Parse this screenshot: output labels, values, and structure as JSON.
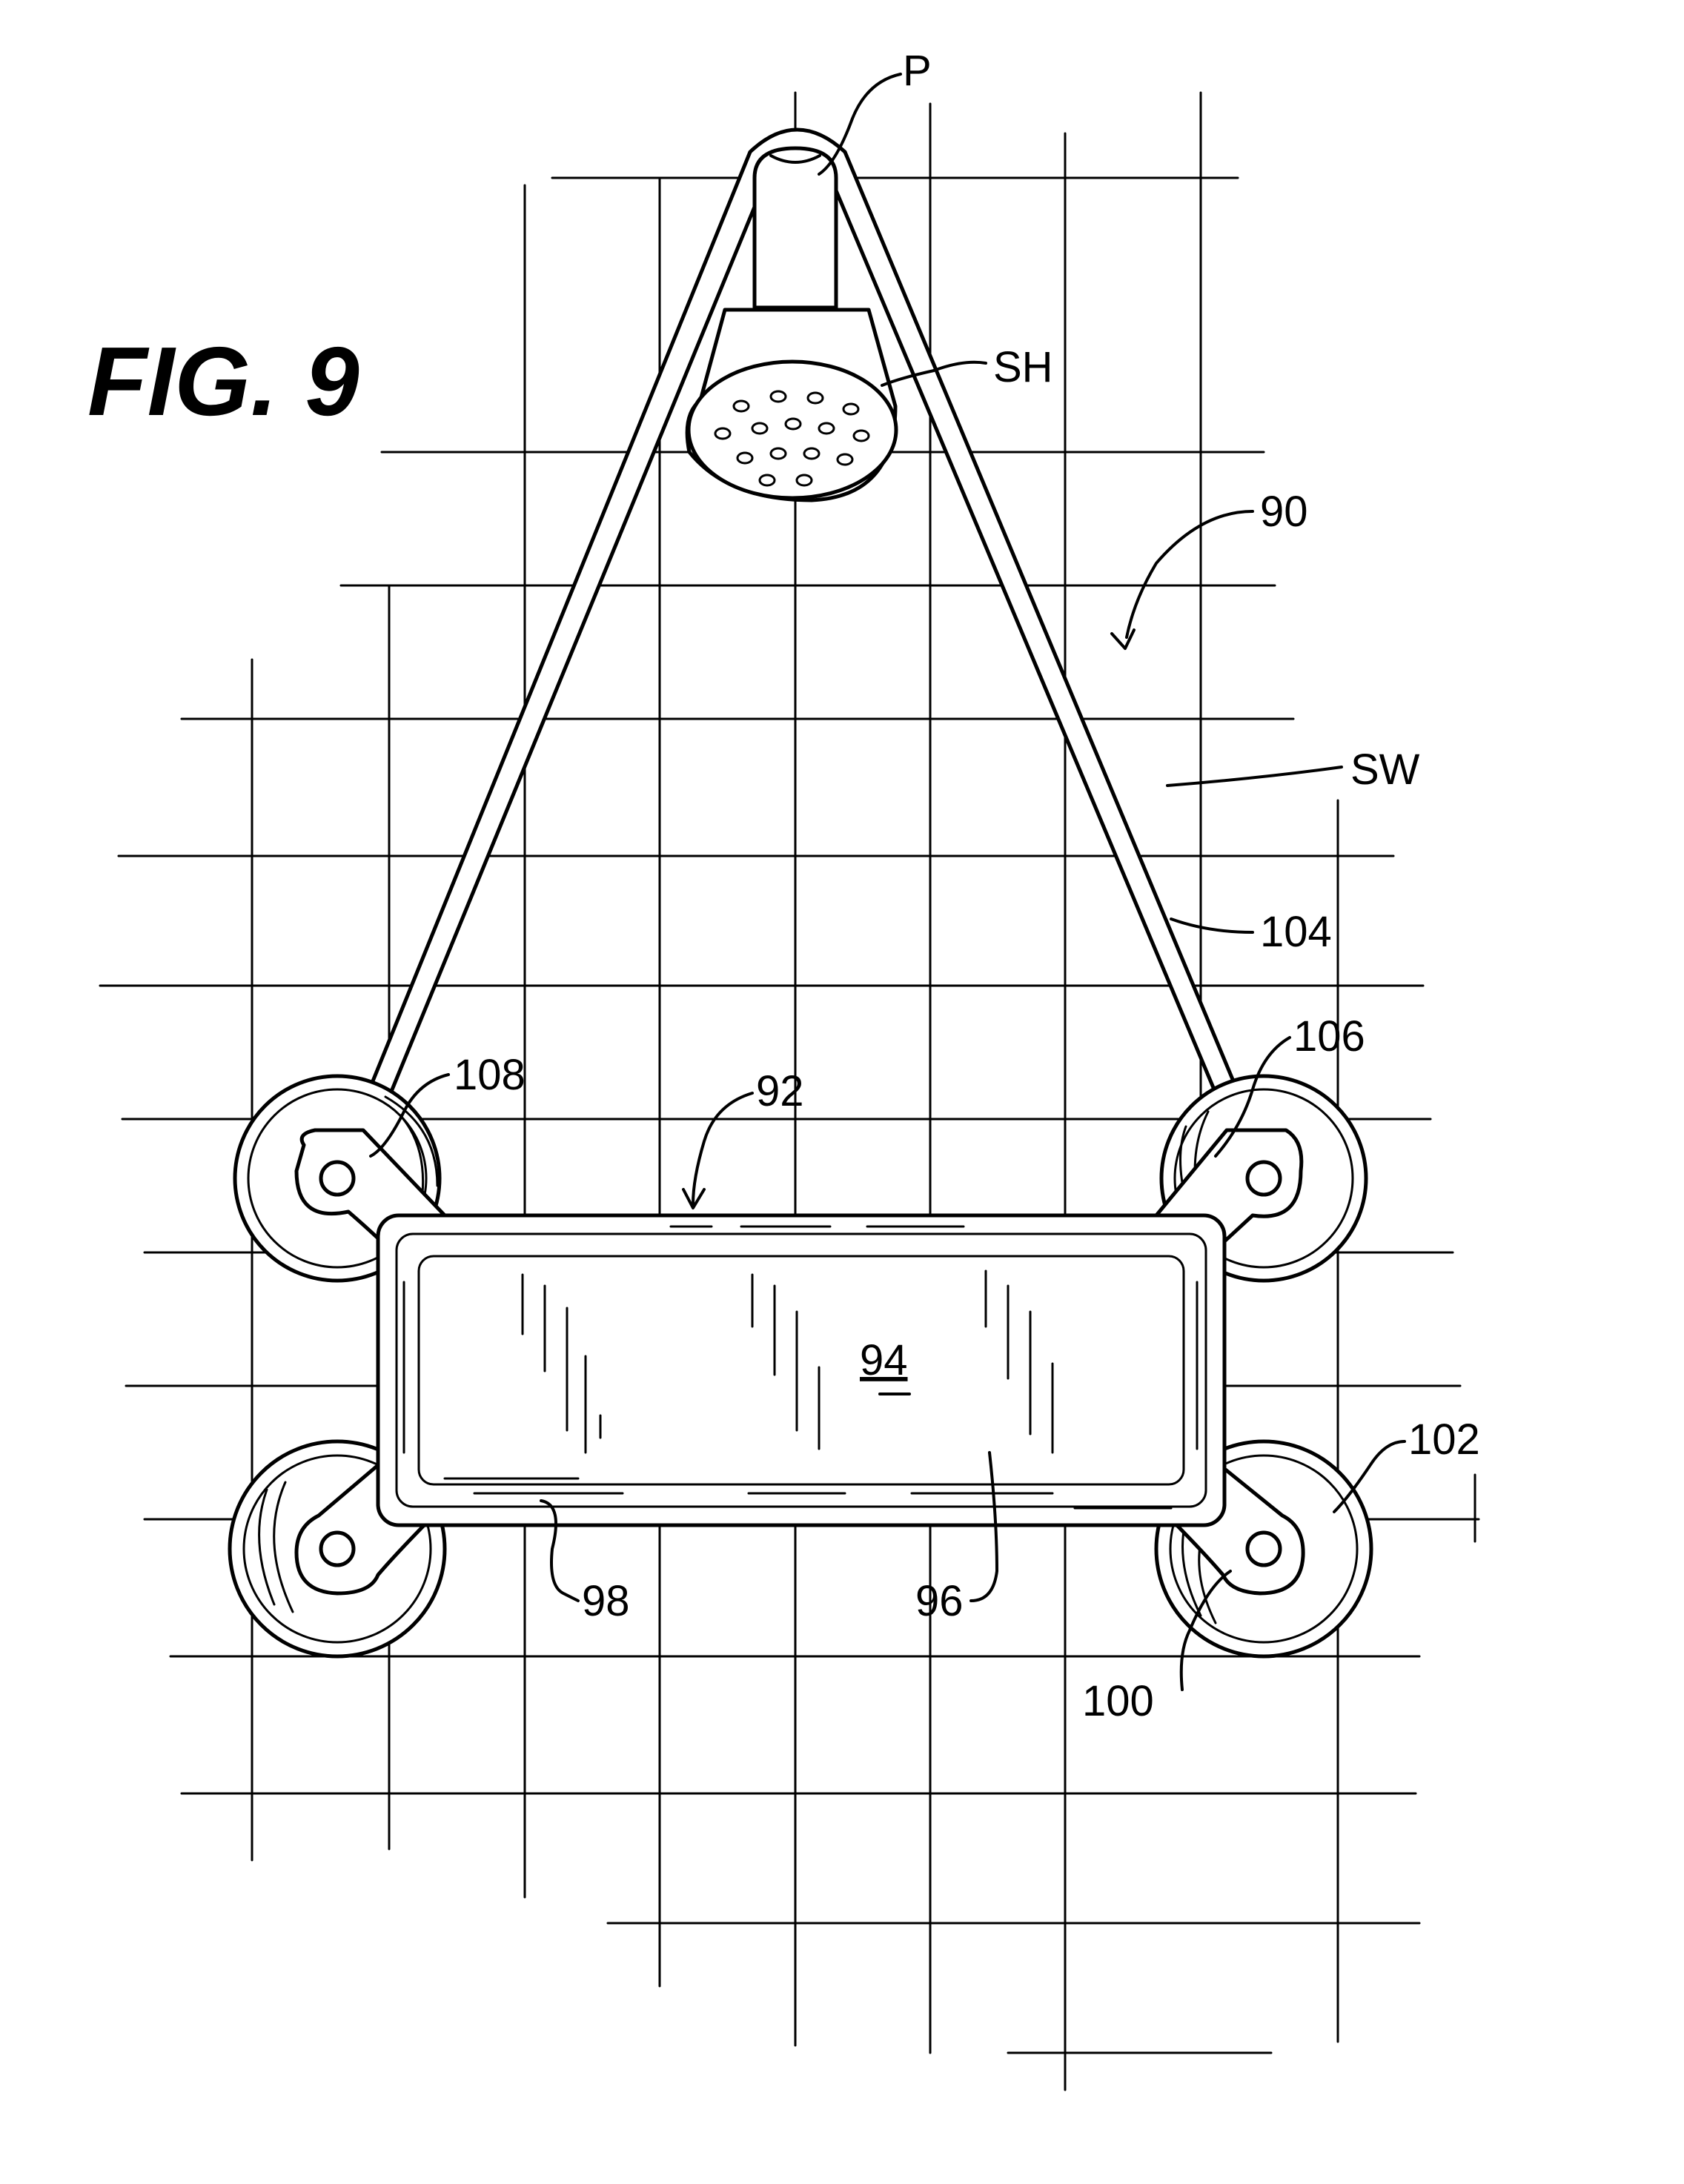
{
  "figure_label": "FIG. 9",
  "labels": {
    "p": "P",
    "sh": "SH",
    "n90": "90",
    "sw": "SW",
    "n104": "104",
    "n106": "106",
    "n108": "108",
    "n92": "92",
    "n94": "94",
    "n102": "102",
    "n98": "98",
    "n96": "96",
    "n100": "100"
  }
}
